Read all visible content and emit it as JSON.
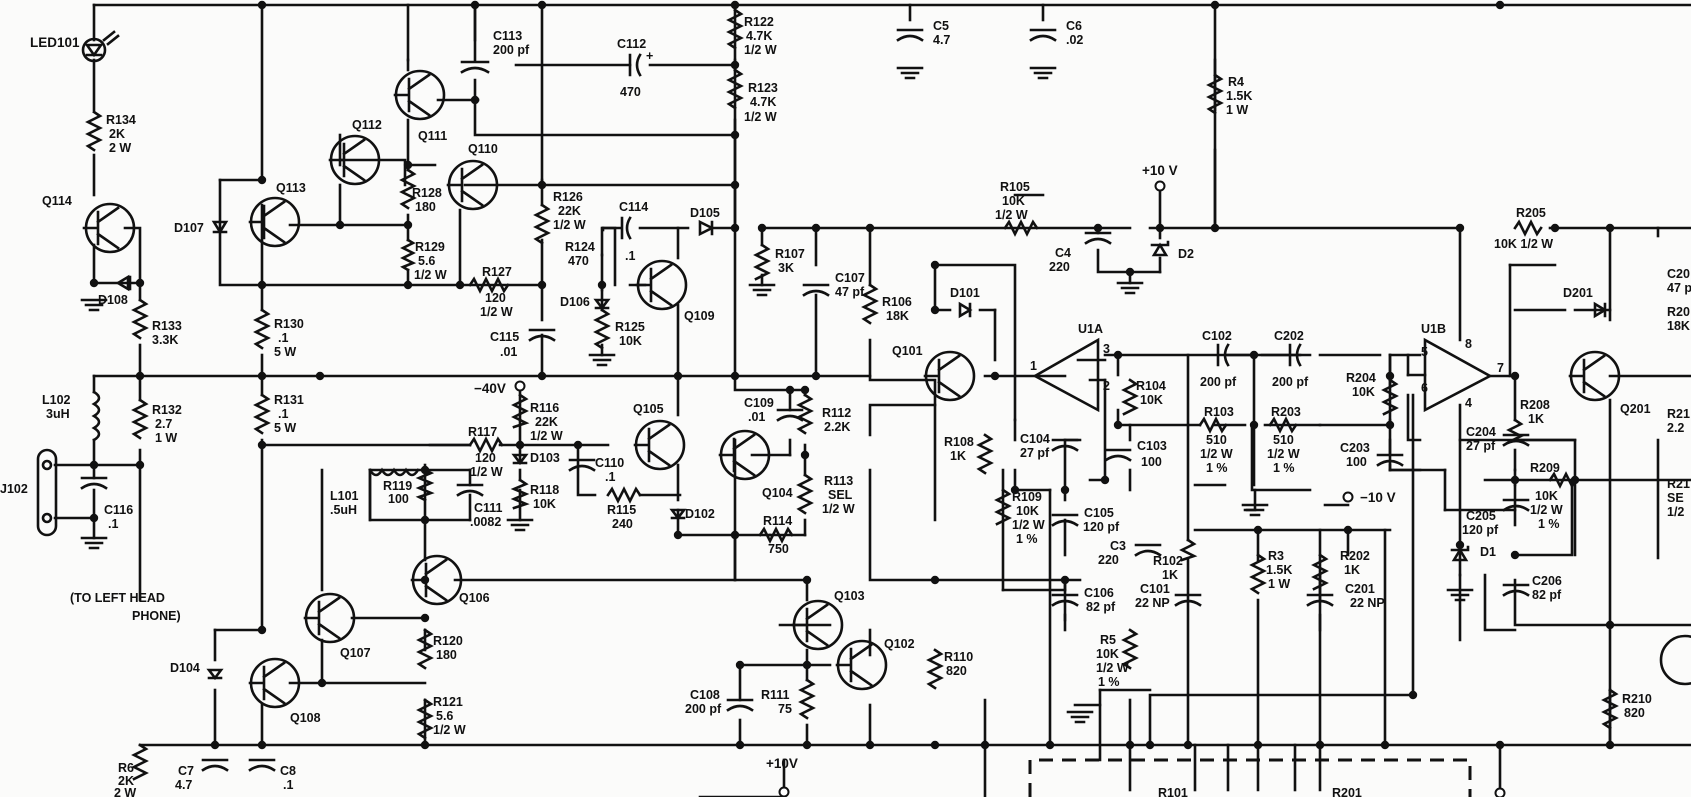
{
  "labels": {
    "LED101": "LED101",
    "R134": "R134",
    "R134_v": "2K",
    "R134_p": "2 W",
    "Q114": "Q114",
    "D108": "D108",
    "R133": "R133",
    "R133_v": "3.3K",
    "L102": "L102",
    "L102_v": "3uH",
    "R132": "R132",
    "R132_v": "2.7",
    "R132_p": "1 W",
    "J102": "J102",
    "C116": "C116",
    "C116_v": ".1",
    "to_left_1": "(TO LEFT HEAD",
    "to_left_2": "PHONE)",
    "D107": "D107",
    "Q113": "Q113",
    "Q112": "Q112",
    "Q111": "Q111",
    "Q110": "Q110",
    "R128": "R128",
    "R128_v": "180",
    "R129": "R129",
    "R129_v": "5.6",
    "R129_p": "1/2 W",
    "R130": "R130",
    "R130_v": ".1",
    "R130_p": "5 W",
    "R131": "R131",
    "R131_v": ".1",
    "R131_p": "5 W",
    "C113": "C113",
    "C113_v": "200 pf",
    "C112": "C112",
    "C112_plus": "+",
    "C112_v": "470",
    "R122": "R122",
    "R122_v": "4.7K",
    "R122_p": "1/2 W",
    "R123": "R123",
    "R123_v": "4.7K",
    "R123_p": "1/2 W",
    "R126": "R126",
    "R126_v": "22K",
    "R126_p": "1/2 W",
    "C114": "C114",
    "C114_v": ".1",
    "D105": "D105",
    "R124": "R124",
    "R124_v": "470",
    "R127": "R127",
    "R127_v": "120",
    "R127_p": "1/2 W",
    "D106": "D106",
    "R125": "R125",
    "R125_v": "10K",
    "Q109": "Q109",
    "C115": "C115",
    "C115_v": ".01",
    "neg40": "−40V",
    "R116": "R116",
    "R116_v": "22K",
    "R116_p": "1/2 W",
    "R117": "R117",
    "R117_v": "120",
    "R117_p": "1/2 W",
    "D103": "D103",
    "C110": "C110",
    "C110_v": ".1",
    "R118": "R118",
    "R118_v": "10K",
    "R115": "R115",
    "R115_v": "240",
    "Q105": "Q105",
    "D102": "D102",
    "L101": "L101",
    "L101_v": ".5uH",
    "R119": "R119",
    "R119_v": "100",
    "C111": "C111",
    "C111_v": ".0082",
    "Q106": "Q106",
    "Q107": "Q107",
    "Q108": "Q108",
    "D104": "D104",
    "R120": "R120",
    "R120_v": "180",
    "R121": "R121",
    "R121_v": "5.6",
    "R121_p": "1/2 W",
    "R6": "R6",
    "R6_v": "2K",
    "R6_p": "2 W",
    "C7": "C7",
    "C7_v": "4.7",
    "C8": "C8",
    "C8_v": ".1",
    "C109": "C109",
    "C109_v": ".01",
    "R112": "R112",
    "R112_v": "2.2K",
    "Q104": "Q104",
    "R113": "R113",
    "R113_v": "SEL",
    "R113_p": "1/2 W",
    "R114": "R114",
    "R114_v": "750",
    "Q103": "Q103",
    "Q102": "Q102",
    "C108": "C108",
    "C108_v": "200 pf",
    "R111": "R111",
    "R111_v": "75",
    "plus10_bottom": "+10V",
    "C5": "C5",
    "C5_v": "4.7",
    "C6": "C6",
    "C6_v": ".02",
    "R4": "R4",
    "R4_v": "1.5K",
    "R4_p": "1 W",
    "plus10_top": "+10 V",
    "R105": "R105",
    "R105_v": "10K",
    "R105_p": "1/2 W",
    "C4": "C4",
    "C4_v": "220",
    "D2": "D2",
    "R107": "R107",
    "R107_v": "3K",
    "C107": "C107",
    "C107_v": "47 pf",
    "R106": "R106",
    "R106_v": "18K",
    "D101": "D101",
    "Q101": "Q101",
    "R108": "R108",
    "R108_v": "1K",
    "U1A": "U1A",
    "pin1": "1",
    "pin2": "2",
    "pin3": "3",
    "R104": "R104",
    "R104_v": "10K",
    "C104": "C104",
    "C104_v": "27 pf",
    "C103": "C103",
    "C103_v": "100",
    "R109": "R109",
    "R109_v": "10K",
    "R109_p": "1/2 W",
    "R109_t": "1 %",
    "C105": "C105",
    "C105_v": "120 pf",
    "C3": "C3",
    "C3_v": "220",
    "C106": "C106",
    "C106_v": "82 pf",
    "R110": "R110",
    "R110_v": "820",
    "R5": "R5",
    "R5_v": "10K",
    "R5_p": "1/2 W",
    "R5_t": "1 %",
    "C102": "C102",
    "C102_v": "200 pf",
    "C202": "C202",
    "C202_v": "200 pf",
    "R103": "R103",
    "R103_v": "510",
    "R103_p": "1/2 W",
    "R103_t": "1 %",
    "R203": "R203",
    "R203_v": "510",
    "R203_p": "1/2 W",
    "R203_t": "1 %",
    "R102": "R102",
    "R102_v": "1K",
    "C101": "C101",
    "C101_v": "22 NP",
    "R3": "R3",
    "R3_v": "1.5K",
    "R3_p": "1 W",
    "R202": "R202",
    "R202_v": "1K",
    "C201": "C201",
    "C201_v": "22 NP",
    "neg10": "−10 V",
    "R204": "R204",
    "R204_v": "10K",
    "C203": "C203",
    "C203_v": "100",
    "U1B": "U1B",
    "pin5": "5",
    "pin6": "6",
    "pin7": "7",
    "pin8": "8",
    "pin4": "4",
    "R205": "R205",
    "R205_v": "10K  1/2 W",
    "D201": "D201",
    "R208": "R208",
    "R208_v": "1K",
    "C204": "C204",
    "C204_v": "27 pf",
    "R209": "R209",
    "R209_v": "10K",
    "R209_p": "1/2 W",
    "R209_t": "1 %",
    "C205": "C205",
    "C205_v": "120 pf",
    "D1": "D1",
    "C206": "C206",
    "C206_v": "82 pf",
    "Q201": "Q201",
    "R210": "R210",
    "R210_v": "820",
    "R101": "R101",
    "R201": "R201",
    "edge_C20": "C20",
    "edge_47p": "47 p",
    "edge_R20": "R20",
    "edge_18K": "18K",
    "edge_R21": "R21",
    "edge_22": "2.2",
    "edge_R21b": "R21",
    "edge_SE": "SE",
    "edge_12": "1/2"
  }
}
